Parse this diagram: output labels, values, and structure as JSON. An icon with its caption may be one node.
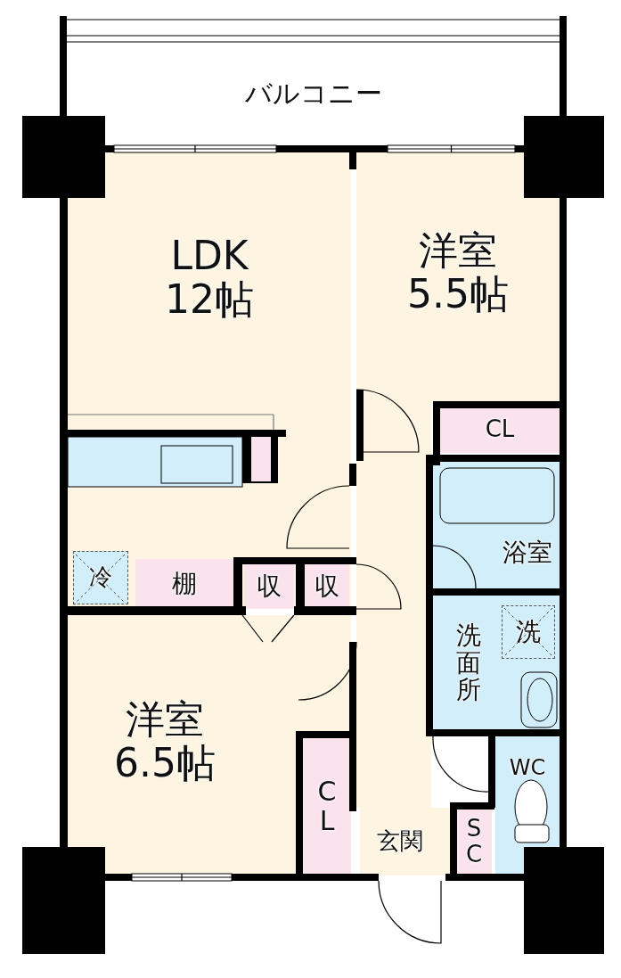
{
  "diagram": {
    "nodes": [
      {
        "text": [
          "バルコニー"
        ]
      },
      {
        "text": [
          "LDK 12帖"
        ]
      },
      {
        "text": [
          "洋室 5.5帖"
        ]
      },
      {
        "text": [
          "CL"
        ]
      },
      {
        "text": [
          "浴室"
        ]
      },
      {
        "text": [
          "洗面所"
        ]
      },
      {
        "text": [
          "洗"
        ],
        "in": 5
      },
      {
        "text": [
          "冷"
        ],
        "in": 1
      },
      {
        "text": [
          "棚"
        ],
        "in": 1
      },
      {
        "text": [
          "収"
        ],
        "in": 1
      },
      {
        "text": [
          "収"
        ],
        "in": 1
      },
      {
        "text": [
          "洋室 6.5帖"
        ]
      },
      {
        "text": [
          "CL"
        ],
        "in": 11
      },
      {
        "text": [
          "WC"
        ]
      },
      {
        "text": [
          "玄関"
        ]
      },
      {
        "text": [
          "SC"
        ]
      }
    ]
  }
}
